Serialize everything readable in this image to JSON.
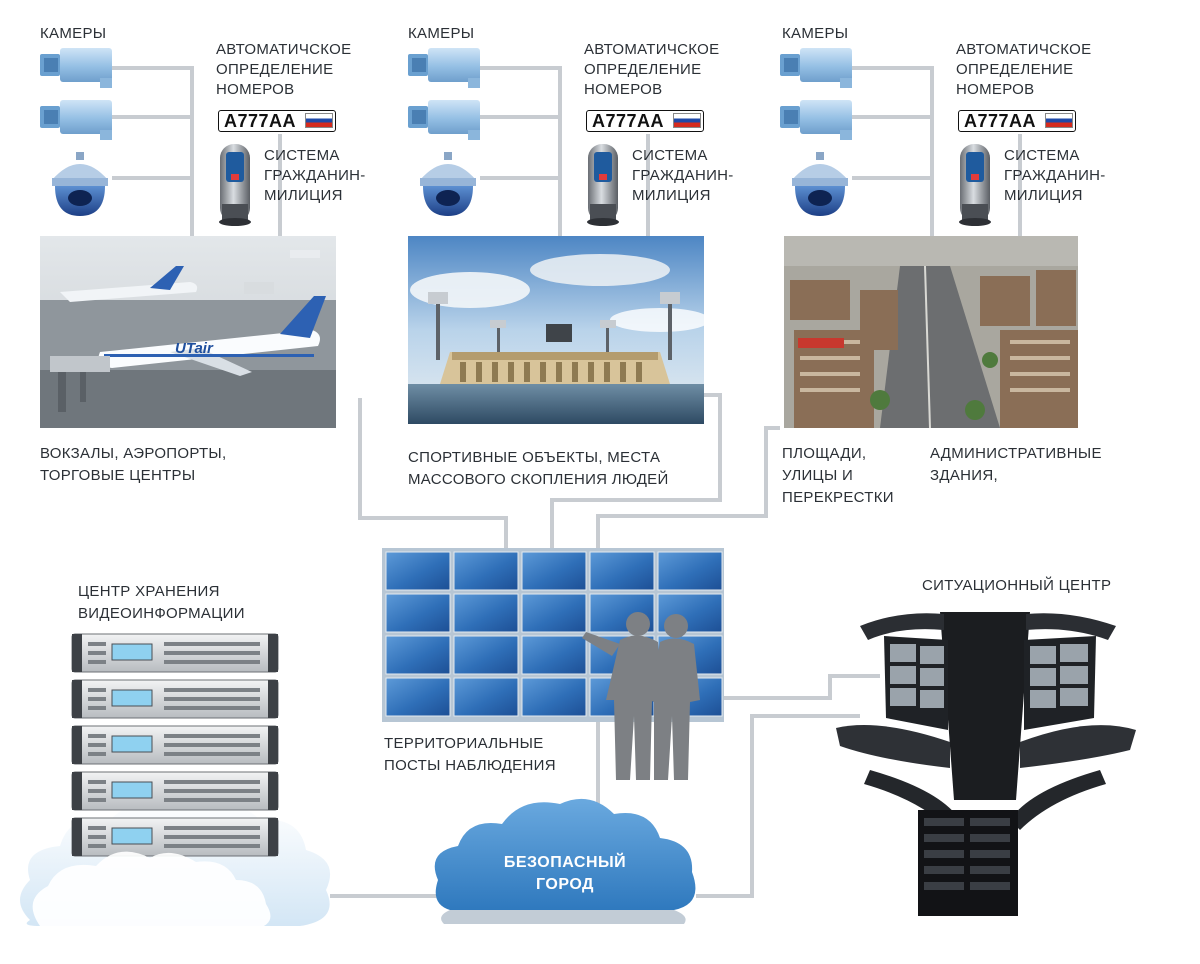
{
  "sites": [
    {
      "cameras_label": "КАМЕРЫ",
      "anpr_label": [
        "АВТОМАТИЧСКОЕ",
        "ОПРЕДЕЛЕНИЕ",
        "НОМЕРОВ"
      ],
      "plate_text": "А777АА",
      "citizen_label": [
        "СИСТЕМА",
        "ГРАЖДАНИН-",
        "МИЛИЦИЯ"
      ],
      "caption": [
        "ВОКЗАЛЫ, АЭРОПОРТЫ,",
        "ТОРГОВЫЕ ЦЕНТРЫ"
      ],
      "photo_text": "UTair"
    },
    {
      "cameras_label": "КАМЕРЫ",
      "anpr_label": [
        "АВТОМАТИЧСКОЕ",
        "ОПРЕДЕЛЕНИЕ",
        "НОМЕРОВ"
      ],
      "plate_text": "А777АА",
      "citizen_label": [
        "СИСТЕМА",
        "ГРАЖДАНИН-",
        "МИЛИЦИЯ"
      ],
      "caption": [
        "СПОРТИВНЫЕ ОБЪЕКТЫ, МЕСТА",
        "МАССОВОГО СКОПЛЕНИЯ ЛЮДЕЙ"
      ]
    },
    {
      "cameras_label": "КАМЕРЫ",
      "anpr_label": [
        "АВТОМАТИЧСКОЕ",
        "ОПРЕДЕЛЕНИЕ",
        "НОМЕРОВ"
      ],
      "plate_text": "А777АА",
      "citizen_label": [
        "СИСТЕМА",
        "ГРАЖДАНИН-",
        "МИЛИЦИЯ"
      ],
      "caption": [
        "ПЛОЩАДИ,",
        "УЛИЦЫ И",
        "ПЕРЕКРЕСТКИ"
      ],
      "caption2": [
        "АДМИНИСТРАТИВНЫЕ",
        "ЗДАНИЯ,"
      ]
    }
  ],
  "storage": {
    "label": [
      "ЦЕНТР ХРАНЕНИЯ",
      "ВИДЕОИНФОРМАЦИИ"
    ],
    "server_count": 5
  },
  "posts": {
    "label": [
      "ТЕРРИТОРИАЛЬНЫЕ",
      "ПОСТЫ НАБЛЮДЕНИЯ"
    ],
    "rows": 4,
    "cols": 5
  },
  "cloud": {
    "label": [
      "БЕЗОПАСНЫЙ",
      "ГОРОД"
    ]
  },
  "situation": {
    "label": "СИТУАЦИОННЫЙ ЦЕНТР"
  },
  "colors": {
    "wire": "#c4c9cf",
    "cloud": "#3f8fd0",
    "screen": "#2f6fb8",
    "camera": "#9fc6e8"
  }
}
